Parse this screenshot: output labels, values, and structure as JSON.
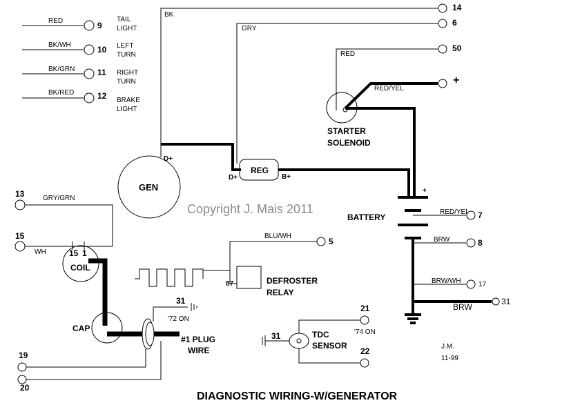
{
  "title": "DIAGNOSTIC WIRING-W/GENERATOR",
  "copyright": "Copyright J. Mais 2011",
  "author": "J.M.",
  "date": "11-99",
  "components": {
    "gen": "GEN",
    "gen_terminal": "D+",
    "reg": "REG",
    "reg_d": "D+",
    "reg_b": "B+",
    "starter_1": "STARTER",
    "starter_2": "SOLENOID",
    "battery": "BATTERY",
    "battery_plus": "+",
    "coil": "COIL",
    "coil_15": "15",
    "coil_1": "1",
    "cap": "CAP",
    "defroster_1": "DEFROSTER",
    "defroster_2": "RELAY",
    "defroster_pin": "87",
    "plug_1": "#1 PLUG",
    "plug_2": "WIRE",
    "tdc_1": "TDC",
    "tdc_2": "SENSOR",
    "tdc_ground": "31"
  },
  "left_terminals": [
    {
      "wire": "RED",
      "num": "9",
      "label1": "TAIL",
      "label2": "LIGHT"
    },
    {
      "wire": "BK/WH",
      "num": "10",
      "label1": "LEFT",
      "label2": "TURN"
    },
    {
      "wire": "BK/GRN",
      "num": "11",
      "label1": "RIGHT",
      "label2": "TURN"
    },
    {
      "wire": "BK/RED",
      "num": "12",
      "label1": "BRAKE",
      "label2": "LIGHT"
    }
  ],
  "terminals": {
    "t14": {
      "num": "14",
      "wire": "BK"
    },
    "t6": {
      "num": "6",
      "wire": "GRY"
    },
    "t50": {
      "num": "50",
      "wire": "RED"
    },
    "tplus": {
      "num": "+",
      "wire": "RED/YEL"
    },
    "t7": {
      "num": "7",
      "wire": "RED/YEL"
    },
    "t8": {
      "num": "8",
      "wire": "BRW"
    },
    "t17": {
      "num": "17",
      "wire": "BRW/WH"
    },
    "t31": {
      "num": "31",
      "wire": "BRW"
    },
    "t13": {
      "num": "13",
      "wire": "GRY/GRN"
    },
    "t15": {
      "num": "15",
      "wire": "WH"
    },
    "t5": {
      "num": "5",
      "wire": "BLU/WH"
    },
    "t19": {
      "num": "19"
    },
    "t20": {
      "num": "20"
    },
    "t21": {
      "num": "21"
    },
    "t22": {
      "num": "22"
    },
    "plug_ground": {
      "num": "31",
      "note": "'72 ON"
    },
    "tdc_note": "'74 ON"
  }
}
